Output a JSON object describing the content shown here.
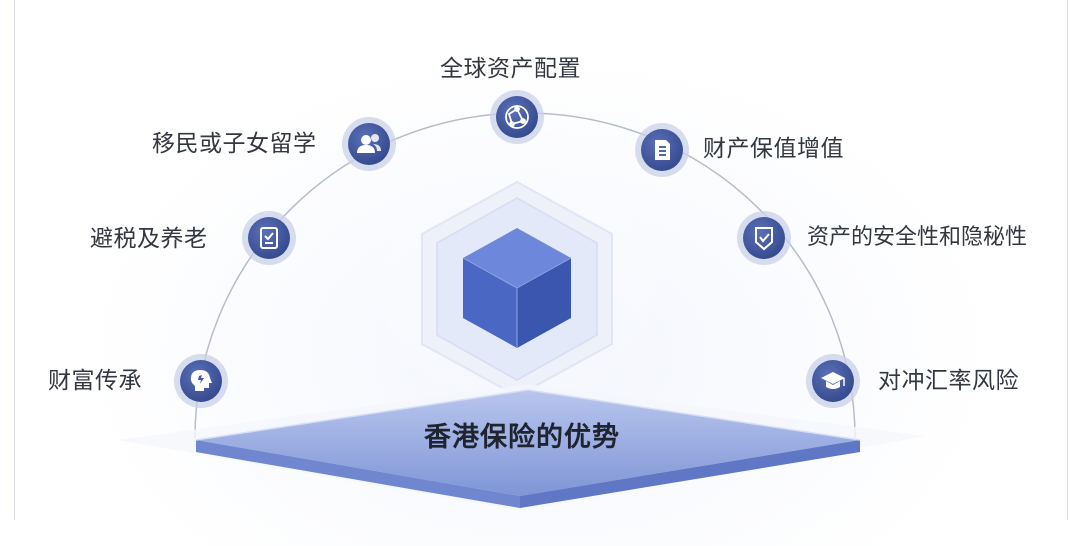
{
  "center": {
    "title": "香港保险的优势"
  },
  "nodes": [
    {
      "id": "wealth-inheritance",
      "label": "财富传承",
      "icon": "lightbulb-head-icon"
    },
    {
      "id": "tax-avoidance-retirement",
      "label": "避税及养老",
      "icon": "checklist-icon"
    },
    {
      "id": "immigration-study",
      "label": "移民或子女留学",
      "icon": "users-icon"
    },
    {
      "id": "global-asset-allocation",
      "label": "全球资产配置",
      "icon": "globe-network-icon"
    },
    {
      "id": "asset-preservation",
      "label": "财产保值增值",
      "icon": "document-icon"
    },
    {
      "id": "asset-security-privacy",
      "label": "资产的安全性和隐秘性",
      "icon": "shield-check-icon"
    },
    {
      "id": "hedge-fx-risk",
      "label": "对冲汇率风险",
      "icon": "graduation-cap-icon"
    }
  ],
  "colors": {
    "node": "#3f56a0",
    "node_ring": "#c9d1e8",
    "arc": "#b8bcc6",
    "cube_top": "#5f7cd3",
    "cube_left": "#4663bf",
    "cube_right": "#3a55ad",
    "platform": "#8ea2dc"
  }
}
